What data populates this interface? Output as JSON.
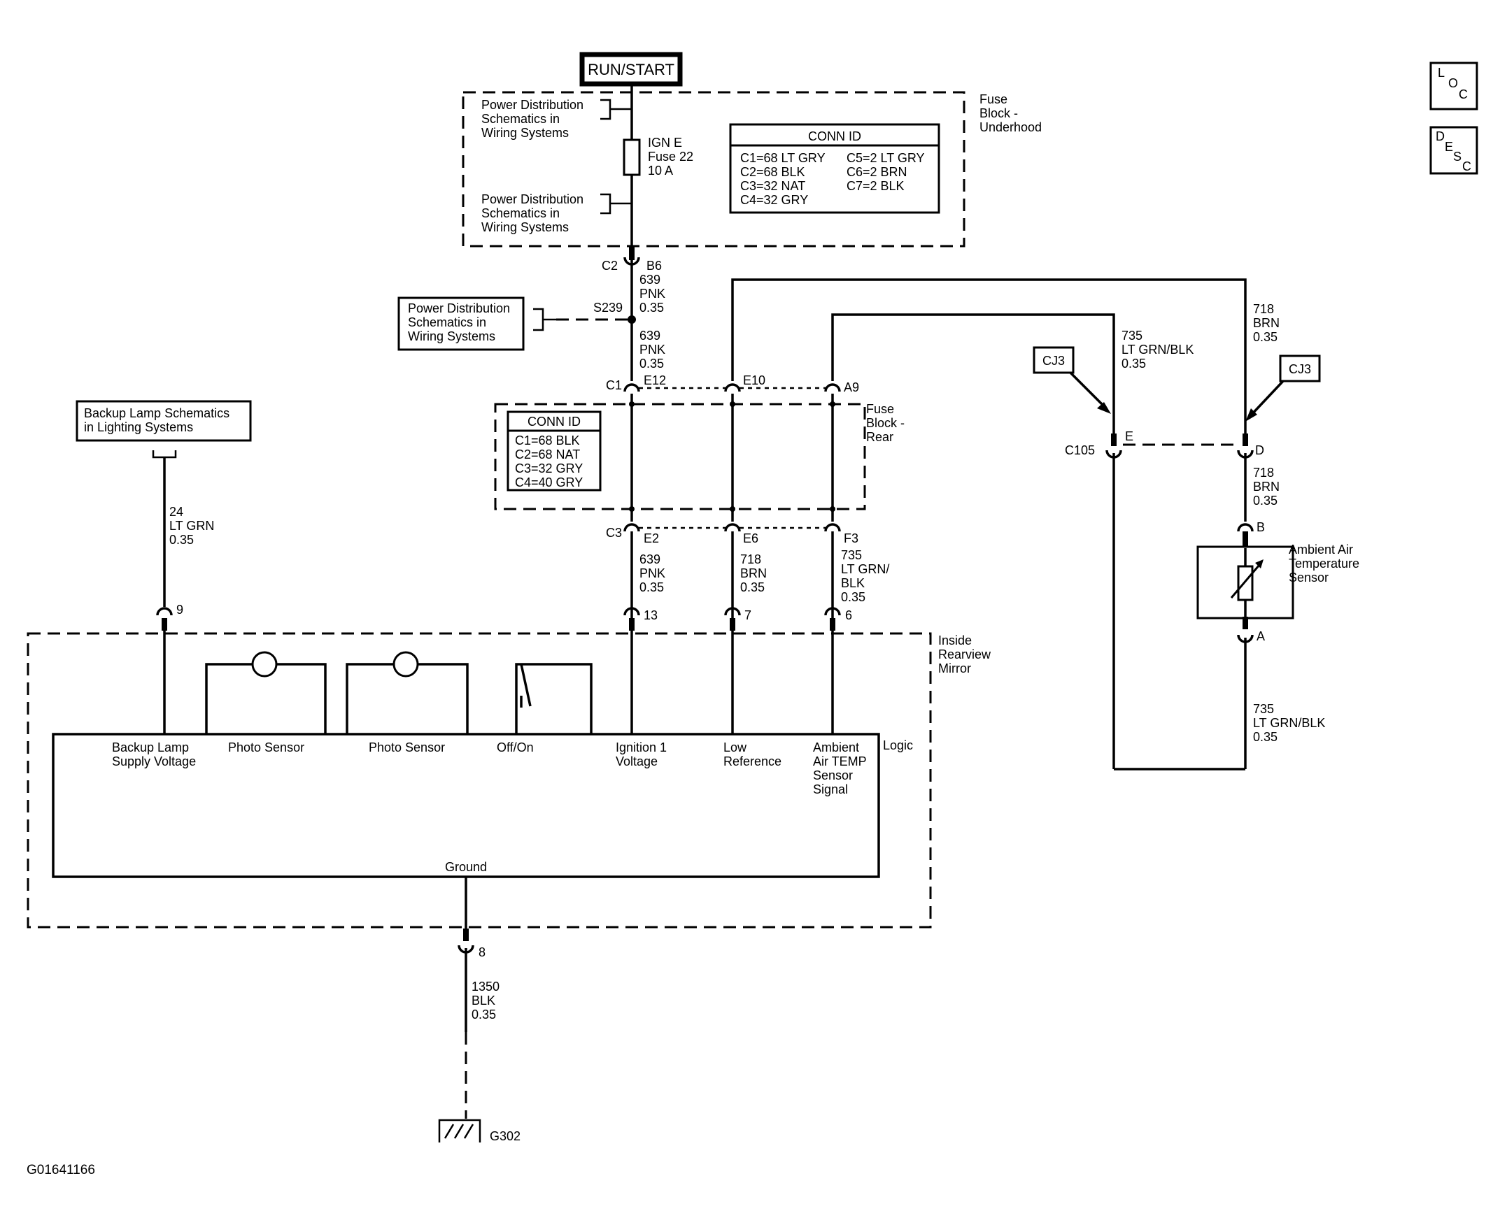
{
  "power_source": "RUN/START",
  "fuse_block_underhood": {
    "label": [
      "Fuse",
      "Block -",
      "Underhood"
    ],
    "pd_top": [
      "Power Distribution",
      "Schematics in",
      "Wiring Systems"
    ],
    "pd_bottom": [
      "Power Distribution",
      "Schematics in",
      "Wiring Systems"
    ],
    "fuse": [
      "IGN E",
      "Fuse 22",
      "10 A"
    ],
    "conn_title": "CONN ID",
    "conn_left": [
      "C1=68 LT GRY",
      "C2=68 BLK",
      "C3=32 NAT",
      "C4=32 GRY"
    ],
    "conn_right": [
      "C5=2 LT GRY",
      "C6=2 BRN",
      "C7=2 BLK"
    ]
  },
  "conn_c2": "C2",
  "conn_b6": "B6",
  "wire_639a": [
    "639",
    "PNK",
    "0.35"
  ],
  "splice": "S239",
  "pd_side": [
    "Power Distribution",
    "Schematics in",
    "Wiring Systems"
  ],
  "wire_639b": [
    "639",
    "PNK",
    "0.35"
  ],
  "rear_pins_top": {
    "c1": "C1",
    "e12": "E12",
    "e10": "E10",
    "a9": "A9"
  },
  "fuse_block_rear": {
    "label": [
      "Fuse",
      "Block -",
      "Rear"
    ],
    "conn_title": "CONN ID",
    "conn_rows": [
      "C1=68 BLK",
      "C2=68 NAT",
      "C3=32 GRY",
      "C4=40 GRY"
    ]
  },
  "rear_pins_bottom": {
    "c3": "C3",
    "e2": "E2",
    "e6": "E6",
    "f3": "F3"
  },
  "wire_639c": [
    "639",
    "PNK",
    "0.35"
  ],
  "wire_718a": [
    "718",
    "BRN",
    "0.35"
  ],
  "wire_735a": [
    "735",
    "LT GRN/",
    "BLK",
    "0.35"
  ],
  "wire_735_top": [
    "735",
    "LT GRN/BLK",
    "0.35"
  ],
  "wire_718_top": [
    "718",
    "BRN",
    "0.35"
  ],
  "cj3_left": "CJ3",
  "cj3_right": "CJ3",
  "c105": {
    "name": "C105",
    "e": "E",
    "d": "D"
  },
  "wire_718b": [
    "718",
    "BRN",
    "0.35"
  ],
  "sensor": {
    "pin_b": "B",
    "pin_a": "A",
    "label": [
      "Ambient Air",
      "Temperature",
      "Sensor"
    ]
  },
  "wire_735b": [
    "735",
    "LT GRN/BLK",
    "0.35"
  ],
  "backup_ref": [
    "Backup Lamp Schematics",
    "in Lighting Systems"
  ],
  "wire_24": [
    "24",
    "LT GRN",
    "0.35"
  ],
  "mirror_pins": {
    "p9": "9",
    "p13": "13",
    "p7": "7",
    "p6": "6",
    "p8": "8"
  },
  "mirror_label": [
    "Inside",
    "Rearview",
    "Mirror"
  ],
  "logic": {
    "label": "Logic",
    "backup": [
      "Backup Lamp",
      "Supply Voltage"
    ],
    "photo1": "Photo Sensor",
    "photo2": "Photo Sensor",
    "offon": "Off/On",
    "ign": [
      "Ignition 1",
      "Voltage"
    ],
    "lowref": [
      "Low",
      "Reference"
    ],
    "ambient": [
      "Ambient",
      "Air TEMP",
      "Sensor",
      "Signal"
    ],
    "ground": "Ground"
  },
  "wire_1350": [
    "1350",
    "BLK",
    "0.35"
  ],
  "ground_id": "G302",
  "figure_id": "G01641166",
  "nav": {
    "loc": [
      "L",
      "O",
      "C"
    ],
    "desc": [
      "D",
      "E",
      "S",
      "C"
    ]
  }
}
